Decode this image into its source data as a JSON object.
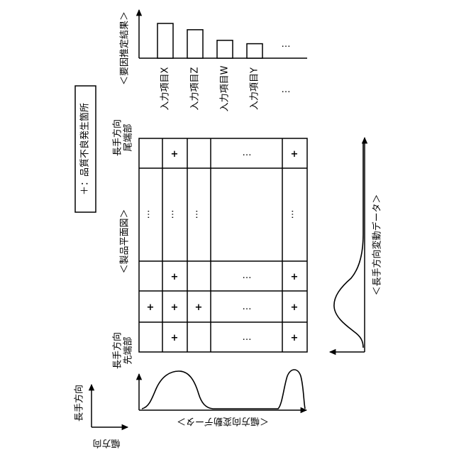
{
  "legend": {
    "text": "＋：品質不良発生箇所"
  },
  "factor_chart": {
    "title": "＜要因推定結果＞",
    "items": [
      "入力項目X",
      "入力項目Z",
      "入力項目W",
      "入力項目Y",
      "…"
    ],
    "ellipsis": "…"
  },
  "chart_data": {
    "type": "bar",
    "title": "＜要因推定結果＞",
    "categories": [
      "入力項目X",
      "入力項目Z",
      "入力項目W",
      "入力項目Y"
    ],
    "values": [
      72,
      59,
      37,
      30
    ],
    "ylim": [
      0,
      100
    ]
  },
  "product_map": {
    "title": "＜製品平面図＞",
    "tail_label": [
      "長手方向",
      "尾端部"
    ],
    "head_label": [
      "長手方向",
      "先端部"
    ],
    "cell_symbol": "+",
    "ellipsis": "…"
  },
  "width_curve": {
    "label": "＜幅方向変動データ＞"
  },
  "length_curve": {
    "label": "＜長手方向変動データ＞"
  },
  "axes_key": {
    "lengthwise": "長手方向",
    "widthwise": "幅方向"
  }
}
